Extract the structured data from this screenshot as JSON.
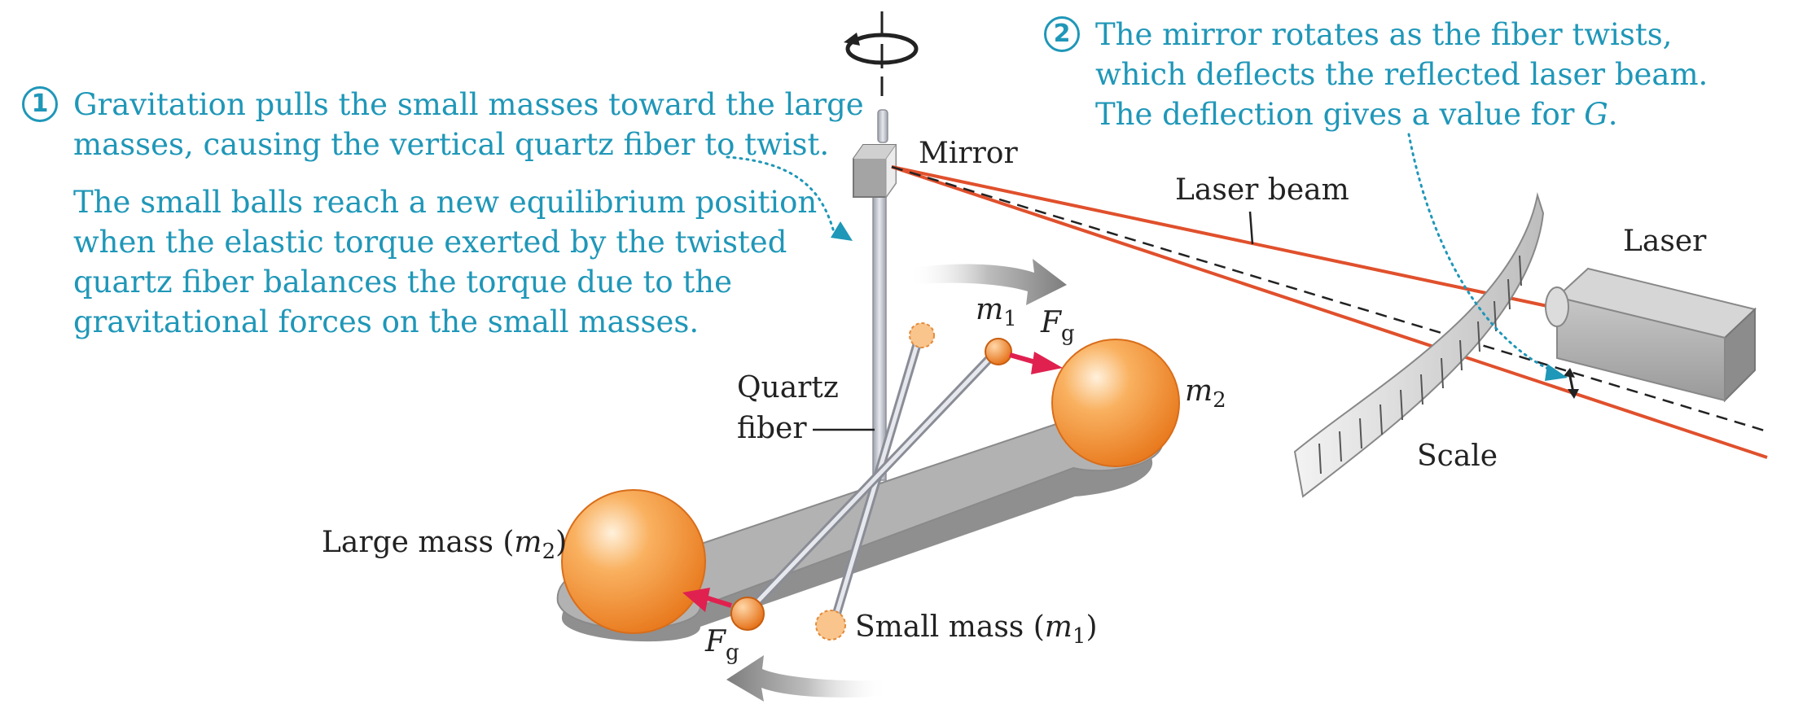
{
  "callouts": {
    "one": {
      "badge": "1",
      "line1": "Gravitation pulls the small masses toward the large",
      "line2": "masses, causing the vertical quartz fiber to twist.",
      "para2": [
        "The small balls reach a new equilibrium position",
        "when the elastic torque exerted by the twisted",
        "quartz fiber balances the torque due to the",
        "gravitational forces on the small masses."
      ]
    },
    "two": {
      "badge": "2",
      "line1": "The mirror rotates as the fiber twists,",
      "line2": "which deflects the reflected laser beam.",
      "line3_prefix": "The deflection gives a value for ",
      "line3_symbol": "G",
      "line3_suffix": "."
    }
  },
  "labels": {
    "mirror": "Mirror",
    "laser_beam": "Laser beam",
    "laser": "Laser",
    "scale": "Scale",
    "quartz": "Quartz",
    "fiber": "fiber",
    "large_mass_prefix": "Large mass (",
    "large_mass_symbol": "m",
    "large_mass_sub": "2",
    "large_mass_suffix": ")",
    "small_mass_prefix": "Small mass (",
    "small_mass_symbol": "m",
    "small_mass_sub": "1",
    "small_mass_suffix": ")",
    "m1_symbol": "m",
    "m1_sub": "1",
    "m2_symbol": "m",
    "m2_sub": "2",
    "fg_top_symbol": "F",
    "fg_top_sub": "g",
    "fg_bottom_symbol": "F",
    "fg_bottom_sub": "g"
  },
  "colors": {
    "callout_text": "#1f97b8",
    "laser_beam": "#e0502c",
    "sphere": "#f29a3c",
    "force_arrow": "#e0214f",
    "fiber": "#c9cbd3",
    "base": "#a9a9a9"
  },
  "icons": [
    "rotation-arrow-icon",
    "dotted-arrow-icon",
    "force-arrow-icon",
    "motion-arrow-icon"
  ]
}
